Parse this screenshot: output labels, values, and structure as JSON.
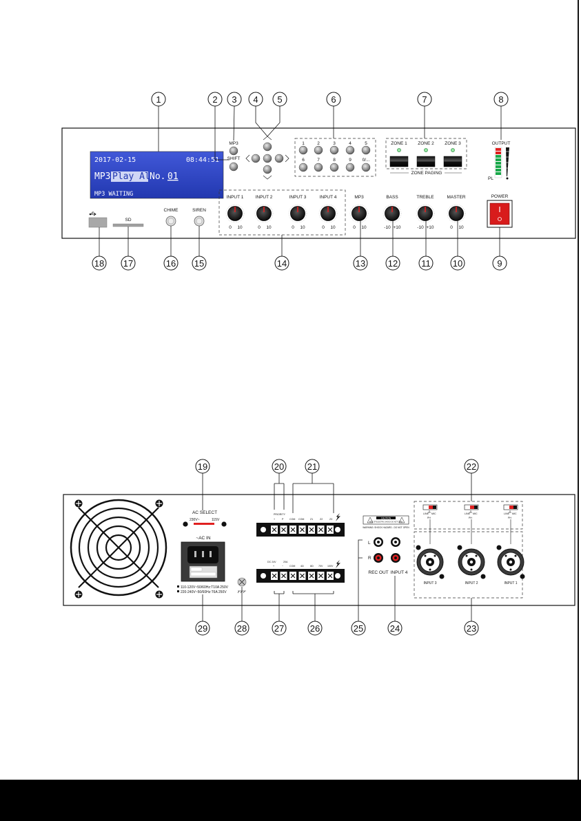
{
  "front": {
    "lcd": {
      "line1_date": "2017-02-15",
      "line1_time": "08:44:51",
      "line2_mode": "MP3",
      "line2_play": "Play All",
      "line2_no": "No.",
      "line2_num": "01",
      "line3": "MP3 WAITING"
    },
    "buttons": {
      "mp3": "MP3",
      "shift": "SHIFT",
      "chime": "CHIME",
      "siren": "SIREN",
      "sd": "SD",
      "power": "POWER"
    },
    "number_keys": [
      "1",
      "2",
      "3",
      "4",
      "5",
      "6",
      "7",
      "8",
      "9",
      "0/..."
    ],
    "zones": [
      "ZONE 1",
      "ZONE 2",
      "ZONE 3"
    ],
    "zone_paging": "ZONE PAGING",
    "output_label": "OUTPUT",
    "pl_label": "PL",
    "knobs": [
      {
        "name": "INPUT 1",
        "min": "0",
        "max": "10"
      },
      {
        "name": "INPUT 2",
        "min": "0",
        "max": "10"
      },
      {
        "name": "INPUT 3",
        "min": "0",
        "max": "10"
      },
      {
        "name": "INPUT 4",
        "min": "0",
        "max": "10"
      },
      {
        "name": "MP3",
        "min": "0",
        "max": "10"
      },
      {
        "name": "BASS",
        "min": "-10",
        "max": "+10"
      },
      {
        "name": "TREBLE",
        "min": "-10",
        "max": "+10"
      },
      {
        "name": "MASTER",
        "min": "0",
        "max": "10"
      }
    ],
    "callouts": [
      "1",
      "2",
      "3",
      "4",
      "5",
      "6",
      "7",
      "8",
      "9",
      "10",
      "11",
      "12",
      "13",
      "14",
      "15",
      "16",
      "17",
      "18"
    ]
  },
  "rear": {
    "ac_select": "AC SELECT",
    "ac_230": "230V~",
    "ac_115": "115V",
    "ac_in": "~AC IN",
    "fuse_line1": "110-120V~50/60Hz:T10A  250V",
    "fuse_line2": "220-240V~50/60Hz:T6A  250V",
    "priority": "PRIORITY",
    "priority_plus": "+",
    "priority_p": "P",
    "zone_terminals": [
      "COM",
      "COM",
      "Z1",
      "Z2",
      "Z3"
    ],
    "dc_label": "DC 24V",
    "dc_amp": "20A",
    "dc_terms": [
      "+",
      "−"
    ],
    "spk_terms": [
      "COM",
      "4Ω",
      "8Ω",
      "70V",
      "100V"
    ],
    "caution_title": "CAUTION",
    "caution_sub": "RISK OF ELECTRIC SHOCK DO NOT OPEN",
    "warning": "WARNING: SHOCK HAZARD - DO NOT OPEN",
    "rca_l": "L",
    "rca_r": "R",
    "rec_out": "REC OUT",
    "input4": "INPUT 4",
    "switch_line": "LINE",
    "switch_mic": "MIC",
    "switch_ph": "PH",
    "xlr_inputs": [
      "INPUT 3",
      "INPUT 2",
      "INPUT 1"
    ],
    "callouts": [
      "19",
      "20",
      "21",
      "22",
      "23",
      "24",
      "25",
      "26",
      "27",
      "28",
      "29"
    ]
  },
  "colors": {
    "lcd_bg": "#2f46c8",
    "lcd_highlight": "#cfd6f5",
    "meter_red": "#e02020",
    "meter_green": "#1aa84a",
    "power_red": "#d81c1c",
    "ac_red": "#e02020"
  }
}
